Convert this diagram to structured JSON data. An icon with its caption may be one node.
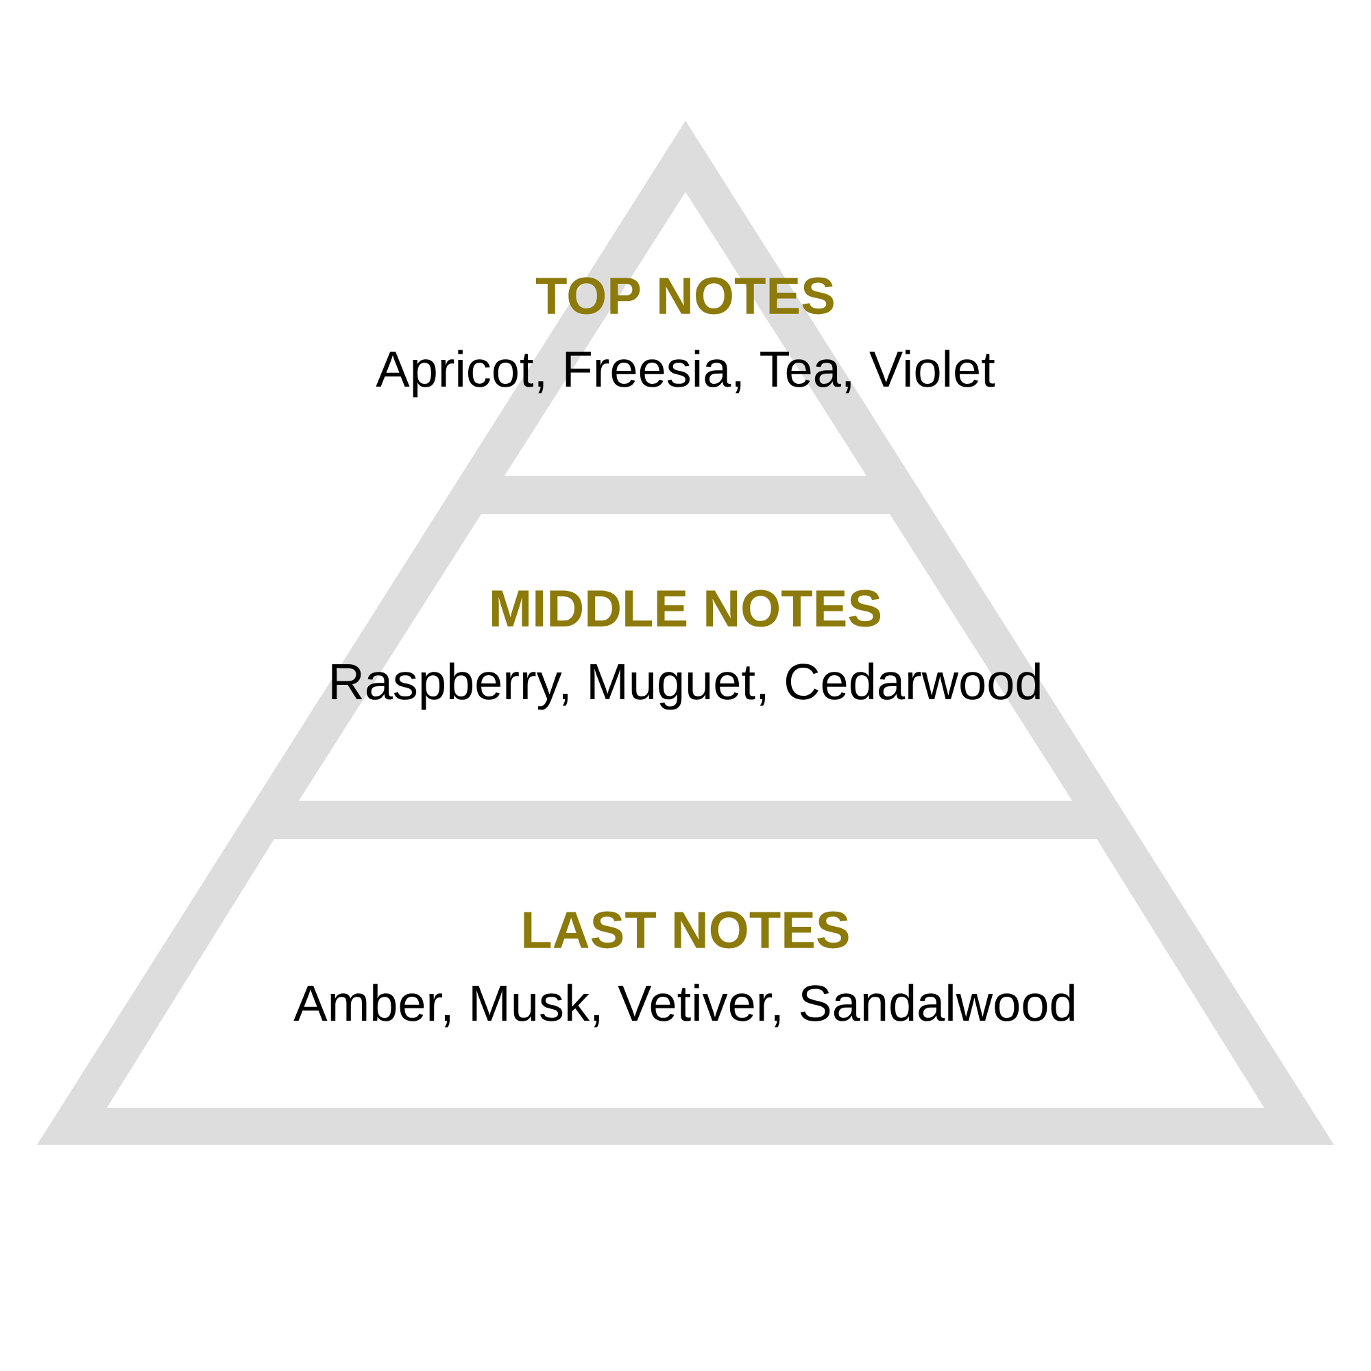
{
  "diagram": {
    "nodes": [
      {
        "text": [
          "TOP NOTES",
          "Apricot, Freesia, Tea, Violet"
        ]
      },
      {
        "text": [
          "MIDDLE NOTES",
          "Raspberry, Muguet, Cedarwood"
        ]
      },
      {
        "text": [
          "LAST NOTES",
          "Amber, Musk, Vetiver, Sandalwood"
        ]
      }
    ]
  }
}
